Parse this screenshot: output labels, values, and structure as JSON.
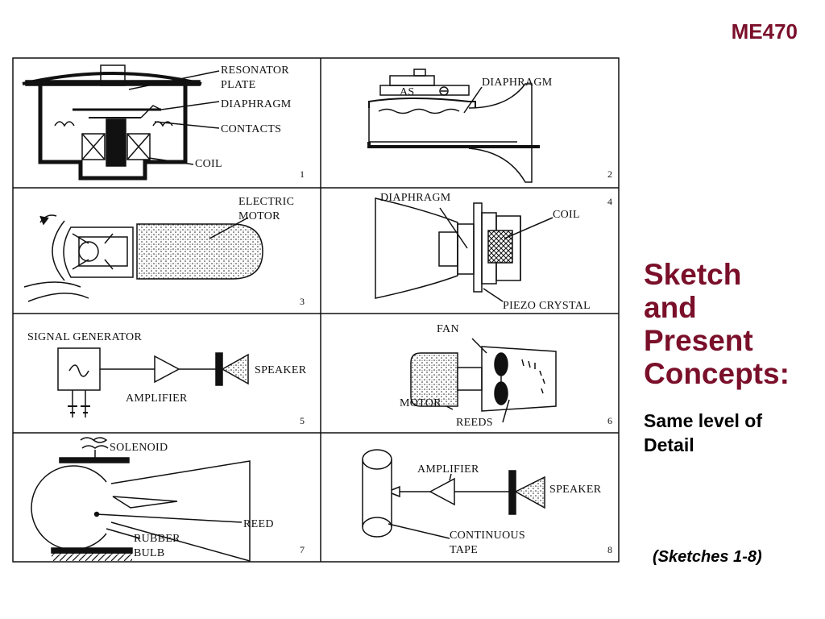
{
  "header": {
    "course": "ME470"
  },
  "sketches": [
    {
      "number": "1",
      "labels": [
        "RESONATOR",
        "PLATE",
        "DIAPHRAGM",
        "CONTACTS",
        "COIL"
      ]
    },
    {
      "number": "2",
      "labels": [
        "DIAPHRAGM",
        "AS"
      ]
    },
    {
      "number": "3",
      "labels": [
        "ELECTRIC",
        "MOTOR"
      ]
    },
    {
      "number": "4",
      "labels": [
        "DIAPHRAGM",
        "COIL",
        "PIEZO CRYSTAL"
      ]
    },
    {
      "number": "5",
      "labels": [
        "SIGNAL GENERATOR",
        "AMPLIFIER",
        "SPEAKER"
      ]
    },
    {
      "number": "6",
      "labels": [
        "FAN",
        "MOTOR",
        "REEDS"
      ]
    },
    {
      "number": "7",
      "labels": [
        "SOLENOID",
        "REED",
        "RUBBER",
        "BULB"
      ]
    },
    {
      "number": "8",
      "labels": [
        "AMPLIFIER",
        "SPEAKER",
        "CONTINUOUS",
        "TAPE"
      ]
    }
  ],
  "title_lines": [
    "Sketch",
    "and",
    "Present",
    "Concepts:"
  ],
  "subtitle_lines": [
    "Same level of",
    "Detail"
  ],
  "footnote": "(Sketches 1-8)"
}
